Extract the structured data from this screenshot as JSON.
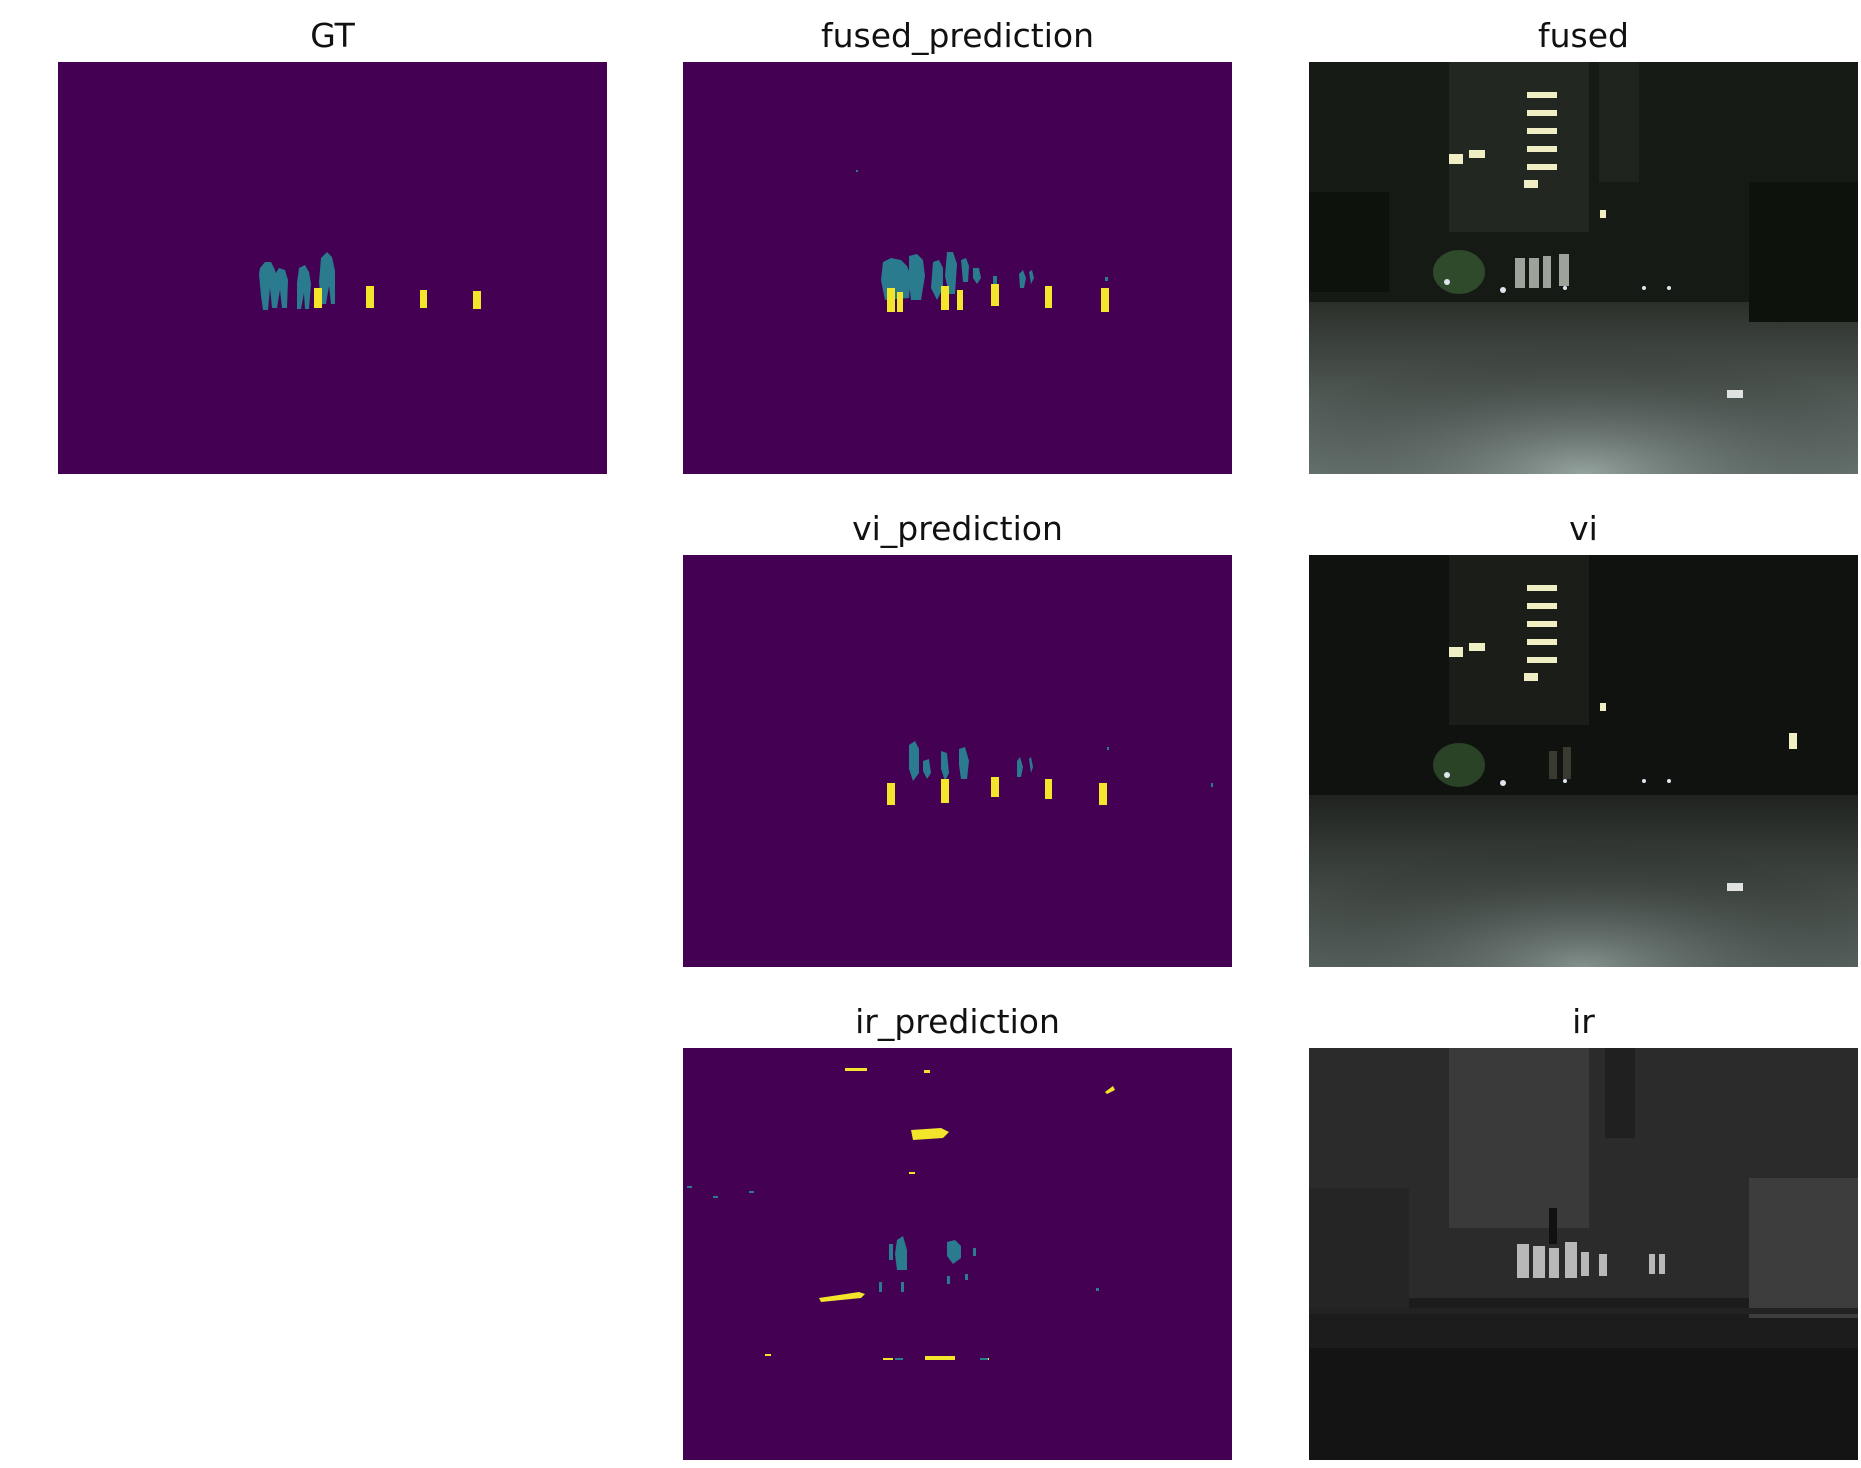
{
  "figure": {
    "panels": [
      {
        "id": "gt",
        "title": "GT",
        "kind": "segmentation-mask"
      },
      {
        "id": "fused_prediction",
        "title": "fused_prediction",
        "kind": "segmentation-mask"
      },
      {
        "id": "fused",
        "title": "fused",
        "kind": "photo"
      },
      {
        "id": "vi_prediction",
        "title": "vi_prediction",
        "kind": "segmentation-mask"
      },
      {
        "id": "vi",
        "title": "vi",
        "kind": "photo"
      },
      {
        "id": "ir_prediction",
        "title": "ir_prediction",
        "kind": "segmentation-mask"
      },
      {
        "id": "ir",
        "title": "ir",
        "kind": "photo"
      }
    ]
  },
  "colors": {
    "mask_background": "#440154",
    "class_person": "#2a7b8e",
    "class_bump": "#f2e52a",
    "night_dark": "#1c201c"
  }
}
